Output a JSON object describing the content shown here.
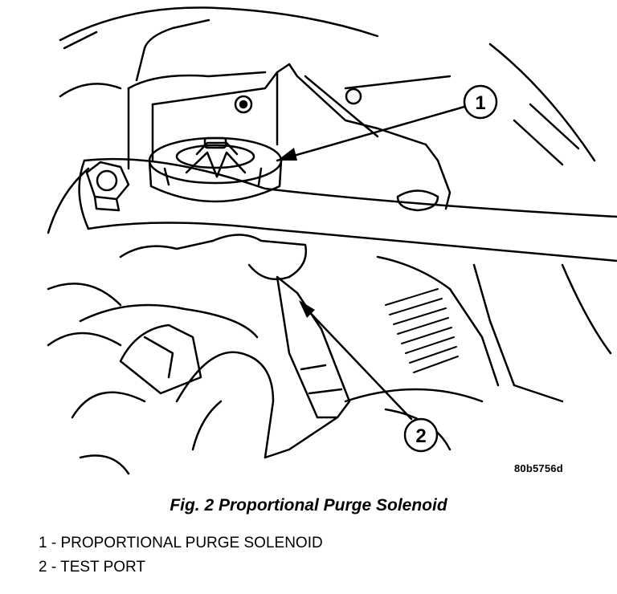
{
  "figure": {
    "id": "80b5756d",
    "caption": "Fig. 2 Proportional Purge Solenoid"
  },
  "callouts": [
    {
      "number": "1"
    },
    {
      "number": "2"
    }
  ],
  "legend": [
    {
      "text": "1 - PROPORTIONAL PURGE SOLENOID"
    },
    {
      "text": "2 - TEST PORT"
    }
  ]
}
